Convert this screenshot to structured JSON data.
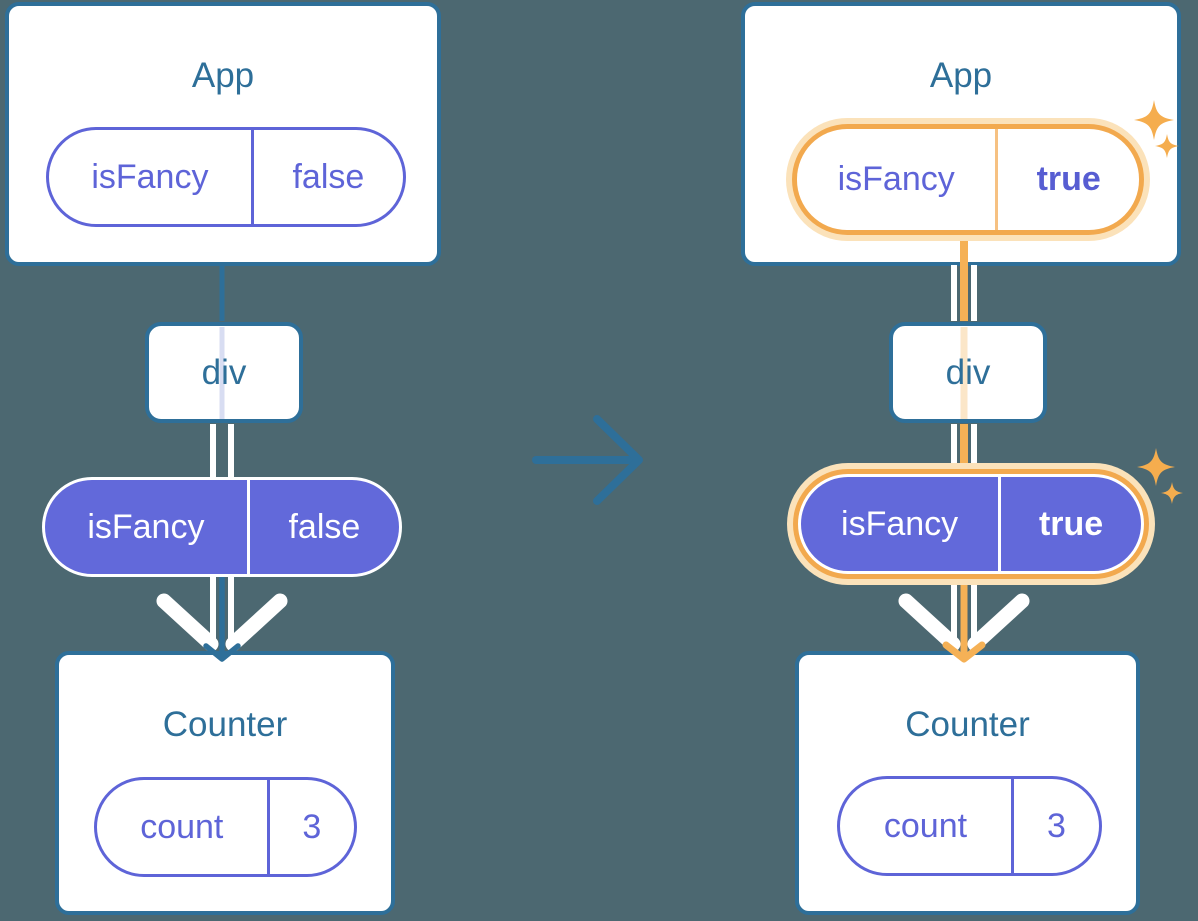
{
  "diagrams": {
    "before": {
      "app": {
        "title": "App",
        "prop_name": "isFancy",
        "prop_value": "false"
      },
      "div_label": "div",
      "passed_prop": {
        "name": "isFancy",
        "value": "false"
      },
      "counter": {
        "title": "Counter",
        "state_name": "count",
        "state_value": "3"
      }
    },
    "after": {
      "app": {
        "title": "App",
        "prop_name": "isFancy",
        "prop_value": "true"
      },
      "div_label": "div",
      "passed_prop": {
        "name": "isFancy",
        "value": "true"
      },
      "counter": {
        "title": "Counter",
        "state_name": "count",
        "state_value": "3"
      }
    }
  },
  "icons": {
    "transition": "arrow-right-icon",
    "highlight": "sparkle-icon",
    "flow": "down-arrow-icon"
  },
  "colors": {
    "background": "#4C6871",
    "card_blue": "#2E6F99",
    "purple_outline": "#5E64D8",
    "purple_fill": "#6269DA",
    "highlight_orange": "#F2A94E",
    "highlight_orange_pale": "#FBE2BA",
    "flow_orange": "#F5B156",
    "white": "#FFFFFF"
  }
}
